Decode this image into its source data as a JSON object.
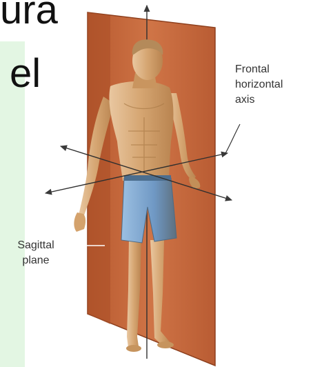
{
  "slide_text": {
    "fragment_1": "ura",
    "fragment_2": "el"
  },
  "labels": {
    "frontal_horizontal_axis": [
      "Frontal",
      "horizontal",
      "axis"
    ],
    "sagittal_plane": [
      "Sagittal",
      "plane"
    ]
  },
  "colors": {
    "plane": "#c8673a",
    "skin": "#d2a36e",
    "shorts": "#7ea8cf",
    "label_text": "#333333",
    "background_accent": "#dff5df"
  }
}
